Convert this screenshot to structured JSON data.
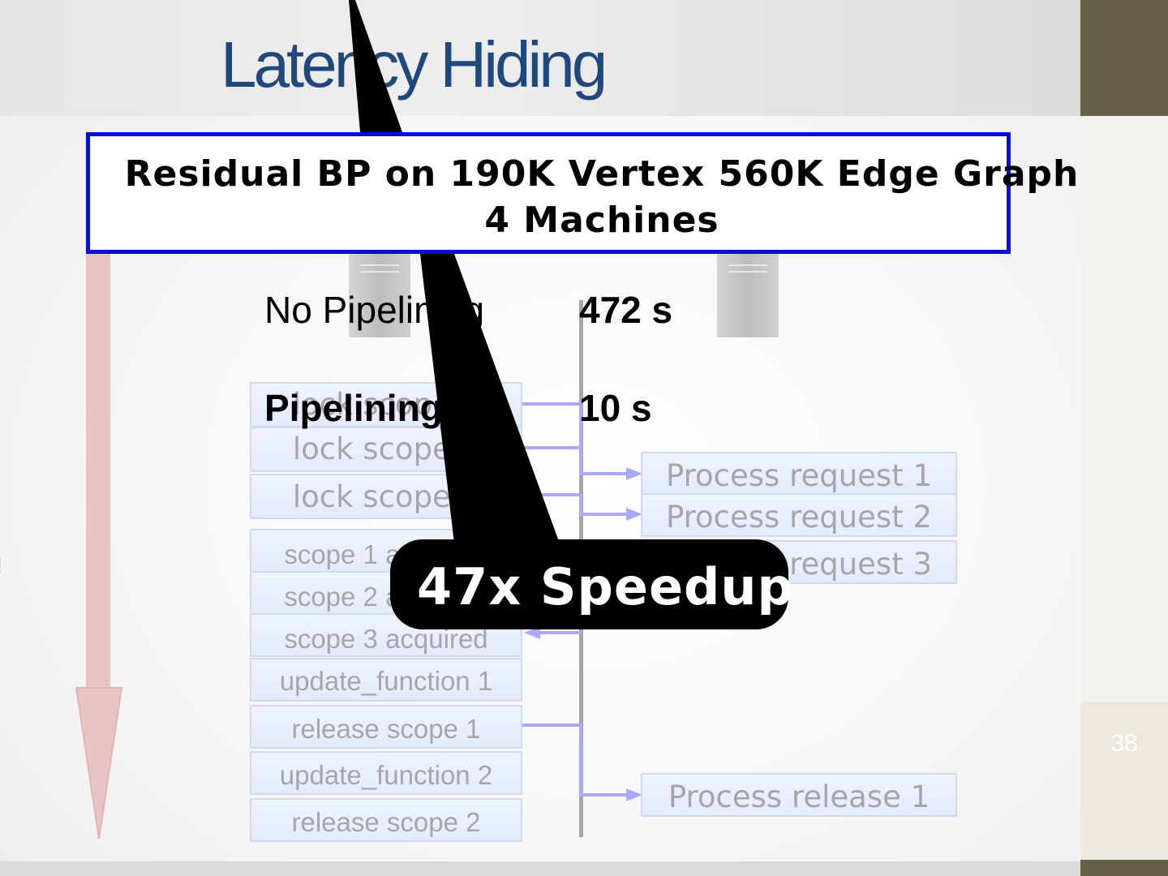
{
  "slide": {
    "title": "Latency Hiding",
    "slide_number": "38",
    "side_fragment": "!"
  },
  "callout": {
    "line1": "Residual BP on 190K Vertex 560K Edge Graph",
    "line2": "4 Machines"
  },
  "results": {
    "no_pipelining_label": "No Pipelining",
    "no_pipelining_time": "472 s",
    "pipelining_label": "Pipelining",
    "pipelining_time": "10 s"
  },
  "speedup": "47x Speedup",
  "left_column": [
    "lock scope 1",
    "lock scope 2",
    "lock scope 3",
    "scope 1 acquired",
    "scope 2 acquired",
    "scope 3 acquired",
    "update_function 1",
    "release scope 1",
    "update_function 2",
    "release scope 2"
  ],
  "right_column": [
    "Process request 1",
    "Process request 2",
    "Process request 3",
    "Process release 1"
  ],
  "colors": {
    "title": "#1f497d",
    "callout_border": "#0a10d2",
    "arrow_connector": "#a9a9ff",
    "time_arrow": "#e8c4c4",
    "accent_strip": "#66604a"
  }
}
